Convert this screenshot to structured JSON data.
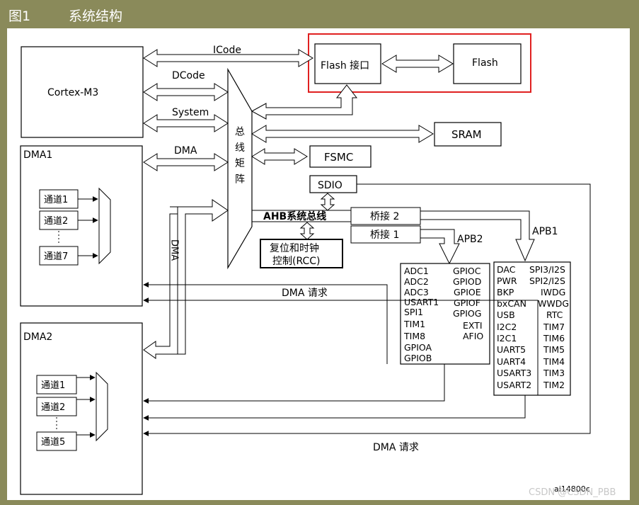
{
  "header": {
    "figure_label": "图1",
    "caption": "系统结构"
  },
  "blocks": {
    "cortex": "Cortex-M3",
    "dma1": "DMA1",
    "dma2": "DMA2",
    "flash_if": "Flash 接口",
    "flash": "Flash",
    "sram": "SRAM",
    "fsmc": "FSMC",
    "sdio": "SDIO",
    "bridge2": "桥接 2",
    "bridge1": "桥接 1",
    "rcc_line1": "复位和时钟",
    "rcc_line2": "控制(RCC)",
    "bus_matrix": "总 线 矩 阵"
  },
  "dma1_channels": [
    "通道1",
    "通道2",
    "通道7"
  ],
  "dma2_channels": [
    "通道1",
    "通道2",
    "通道5"
  ],
  "bus_labels": {
    "icode": "ICode",
    "dcode": "DCode",
    "system": "System",
    "dma": "DMA",
    "dma_vertical": "DMA",
    "ahb": "AHB系统总线",
    "apb2": "APB2",
    "apb1": "APB1",
    "dma_req_1": "DMA 请求",
    "dma_req_2": "DMA 请求"
  },
  "apb2_left": [
    "ADC1",
    "ADC2",
    "ADC3",
    "USART1",
    "SPI1",
    "TIM1",
    "TIM8",
    "GPIOA",
    "GPIOB"
  ],
  "apb2_right": [
    "GPIOC",
    "GPIOD",
    "GPIOE",
    "GPIOF",
    "GPIOG",
    "EXTI",
    "AFIO"
  ],
  "apb1_left": [
    "DAC",
    "PWR",
    "BKP",
    "bxCAN",
    "USB",
    "I2C2",
    "I2C1",
    "UART5",
    "UART4",
    "USART3",
    "USART2"
  ],
  "apb1_right": [
    "SPI3/I2S",
    "SPI2/I2S",
    "IWDG",
    "WWDG",
    "RTC",
    "TIM7",
    "TIM6",
    "TIM5",
    "TIM4",
    "TIM3",
    "TIM2"
  ],
  "figure_code": "ai14800c",
  "watermark": "CSDN @CSDN_PBB",
  "colors": {
    "header_bg": "#8a8a5a",
    "highlight": "#e02020"
  }
}
